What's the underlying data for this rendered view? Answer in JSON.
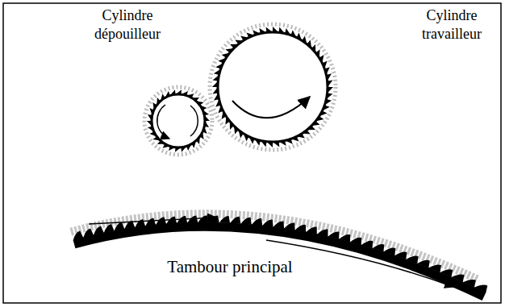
{
  "diagram": {
    "labels": [
      "Cylindre dépouilleur",
      "Cylindre travailleur",
      "Tambour principal"
    ]
  }
}
